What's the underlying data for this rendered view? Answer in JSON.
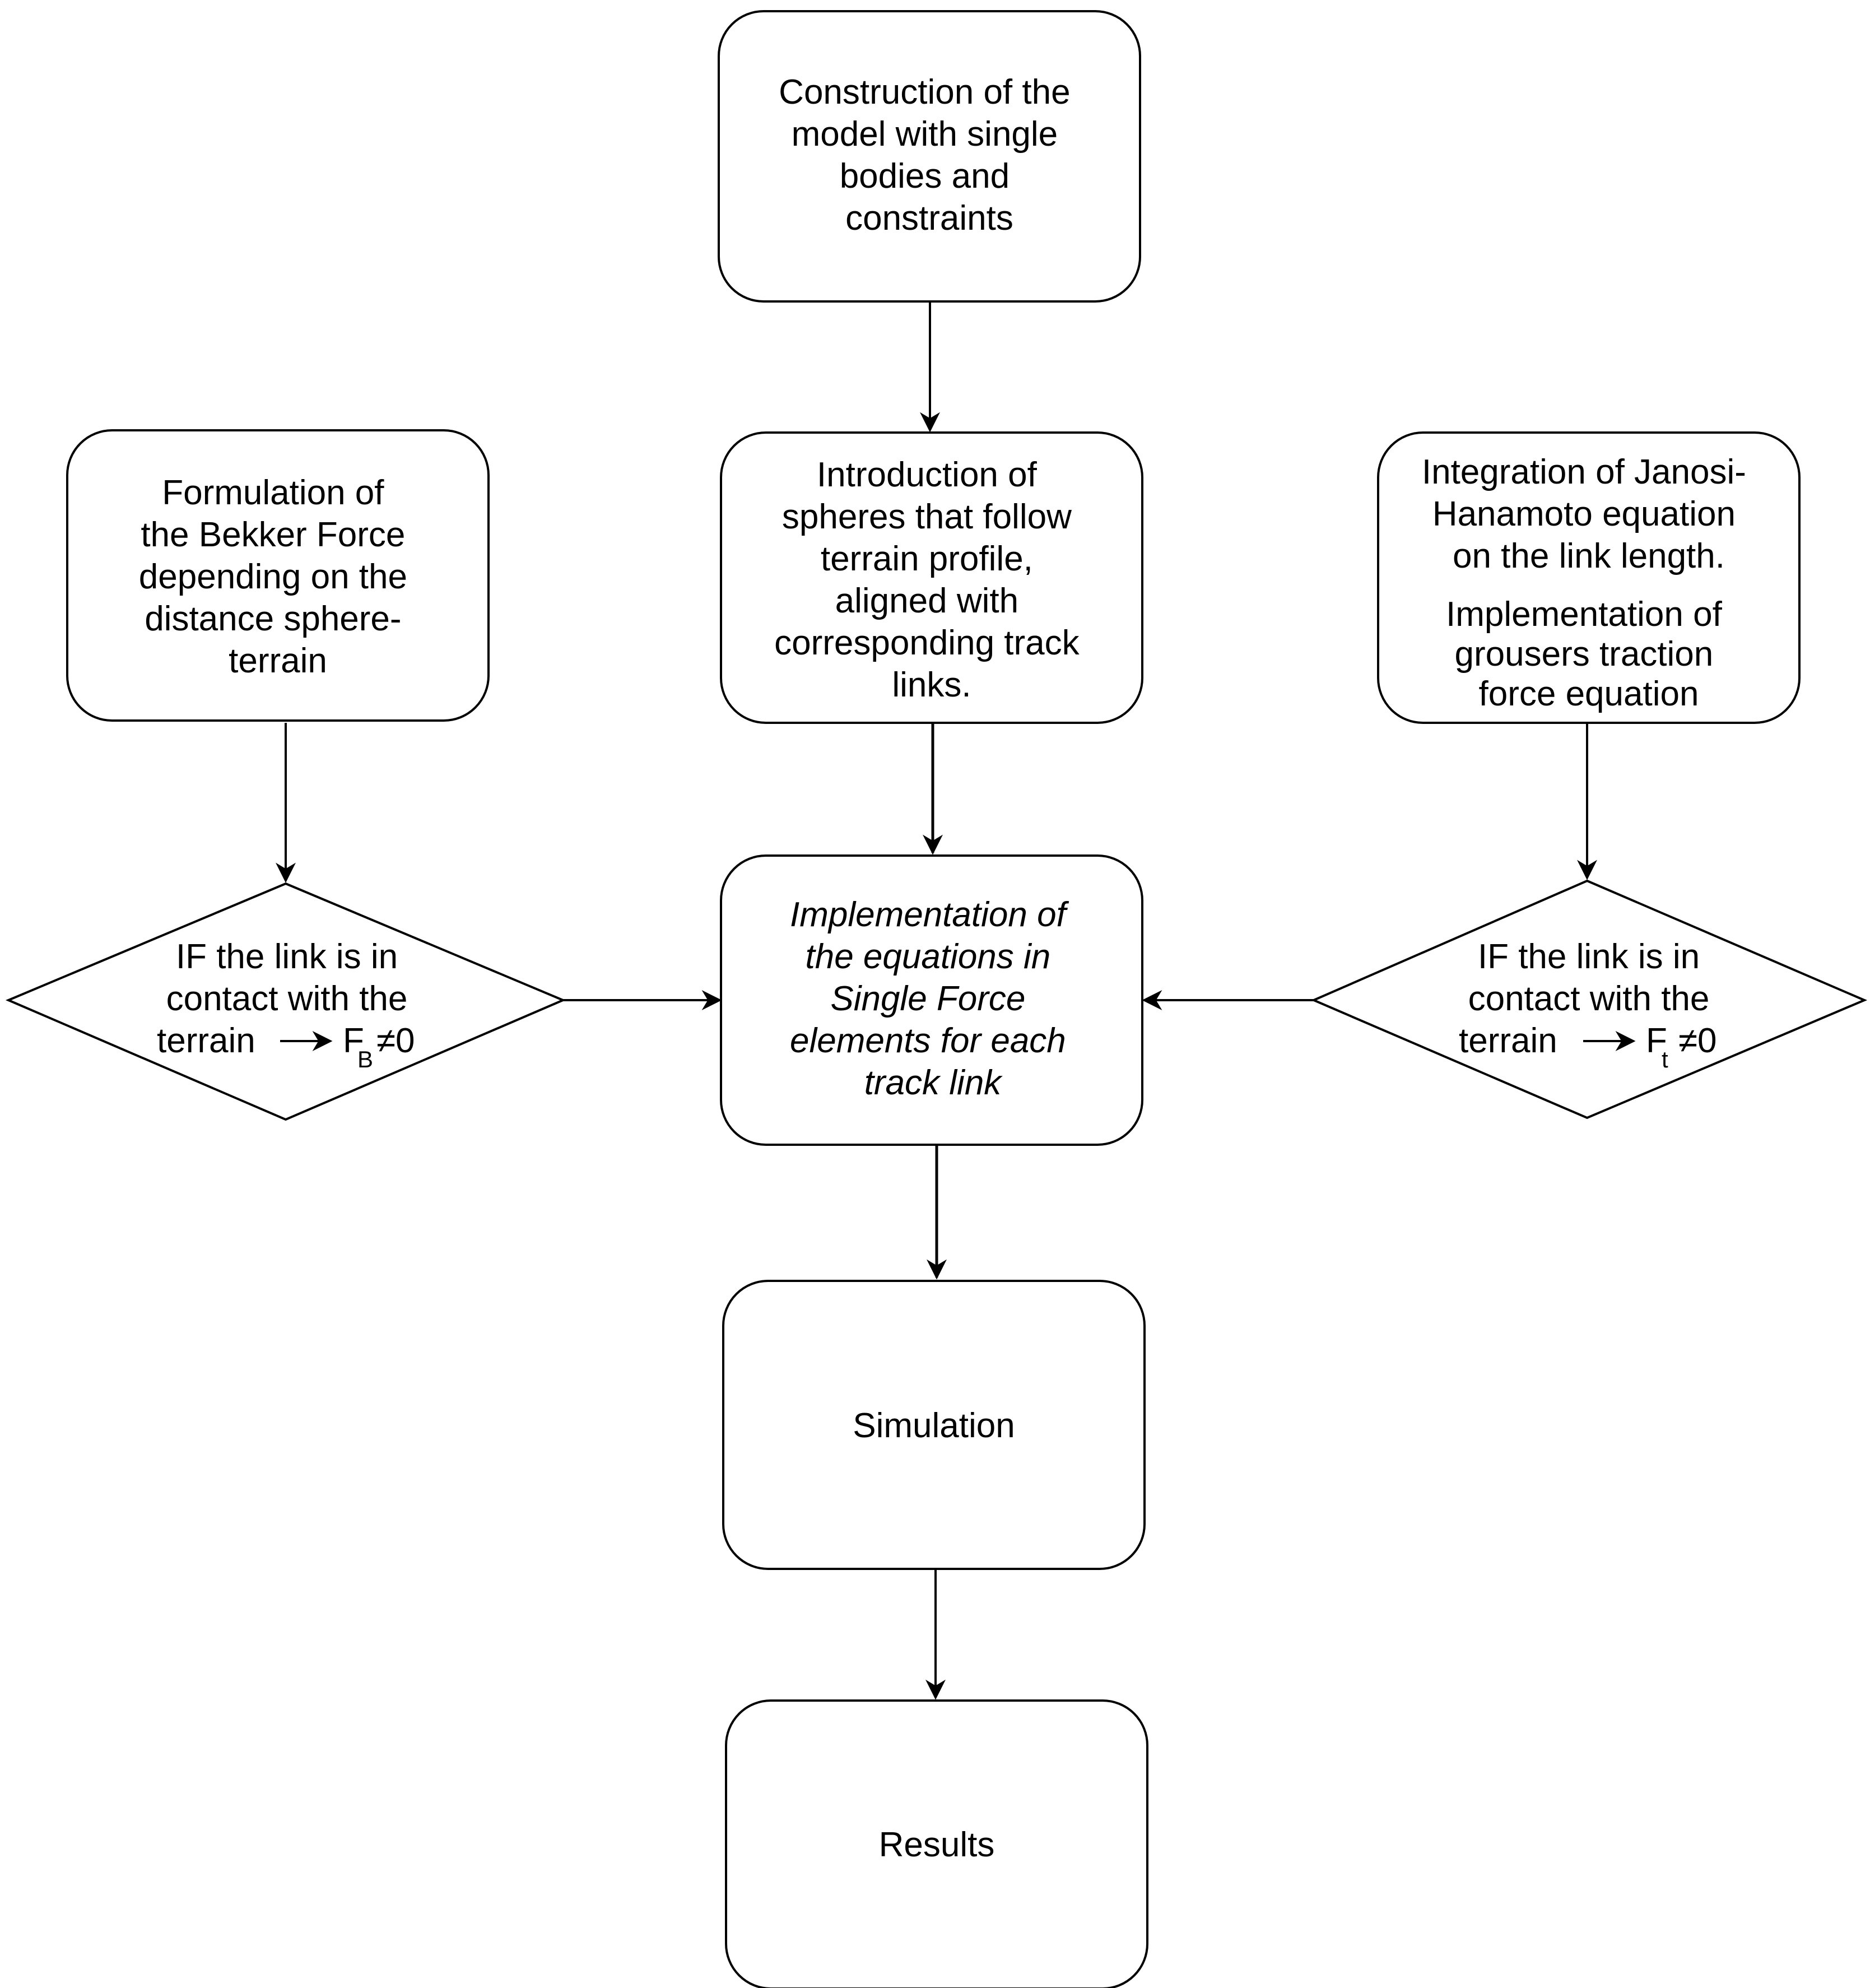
{
  "nodes": {
    "construction": {
      "lines": [
        "Construction of the",
        "model with single",
        "bodies and",
        "constraints"
      ]
    },
    "bekker": {
      "lines": [
        "Formulation of",
        "the Bekker Force",
        "depending on the",
        "distance sphere-",
        "terrain"
      ]
    },
    "spheres": {
      "lines": [
        "Introduction of",
        "spheres that follow",
        "terrain profile,",
        "aligned with",
        "corresponding track",
        "links."
      ]
    },
    "janosi": {
      "lines": [
        "Integration of Janosi-",
        "Hanamoto equation",
        "on the link length."
      ],
      "lines2": [
        "Implementation of",
        "grousers traction",
        "force equation"
      ]
    },
    "decision_left": {
      "line1": "IF the link is in",
      "line2": "contact with the",
      "line3_text": "terrain",
      "force": "F",
      "force_sub": "B",
      "condition": "≠0"
    },
    "implementation": {
      "lines": [
        "Implementation of",
        "the equations in",
        "Single Force",
        "elements for each",
        "track link"
      ]
    },
    "decision_right": {
      "line1": "IF the link is in",
      "line2": "contact with the",
      "line3_text": "terrain",
      "force": "F",
      "force_sub": "t",
      "condition": "≠0"
    },
    "simulation": {
      "label": "Simulation"
    },
    "results": {
      "label": "Results"
    }
  }
}
